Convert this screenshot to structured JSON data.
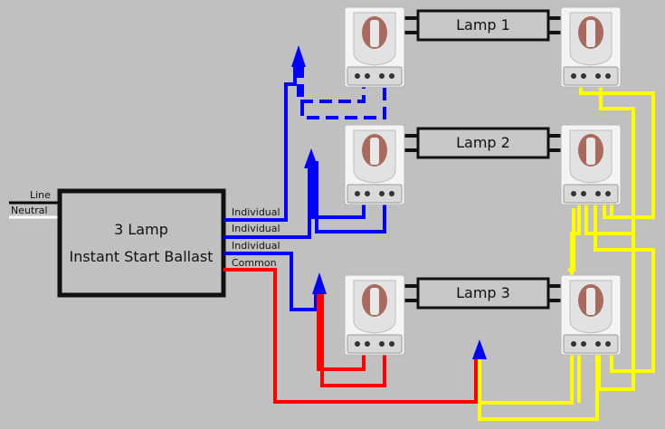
{
  "ballast": {
    "line1": "3 Lamp",
    "line2": "Instant Start Ballast"
  },
  "inputs": {
    "line": "Line",
    "neutral": "Neutral"
  },
  "outputs": {
    "individual_1": "Individual",
    "individual_2": "Individual",
    "individual_3": "Individual",
    "common": "Common"
  },
  "lamps": [
    {
      "label": "Lamp 1"
    },
    {
      "label": "Lamp 2"
    },
    {
      "label": "Lamp 3"
    }
  ],
  "colors": {
    "background": "#c0c0c0",
    "individual_wire": "#0000ff",
    "common_wire": "#ff0000",
    "jumper_wire": "#ffff00",
    "line_wire": "#000000",
    "neutral_wire": "#ffffff"
  }
}
